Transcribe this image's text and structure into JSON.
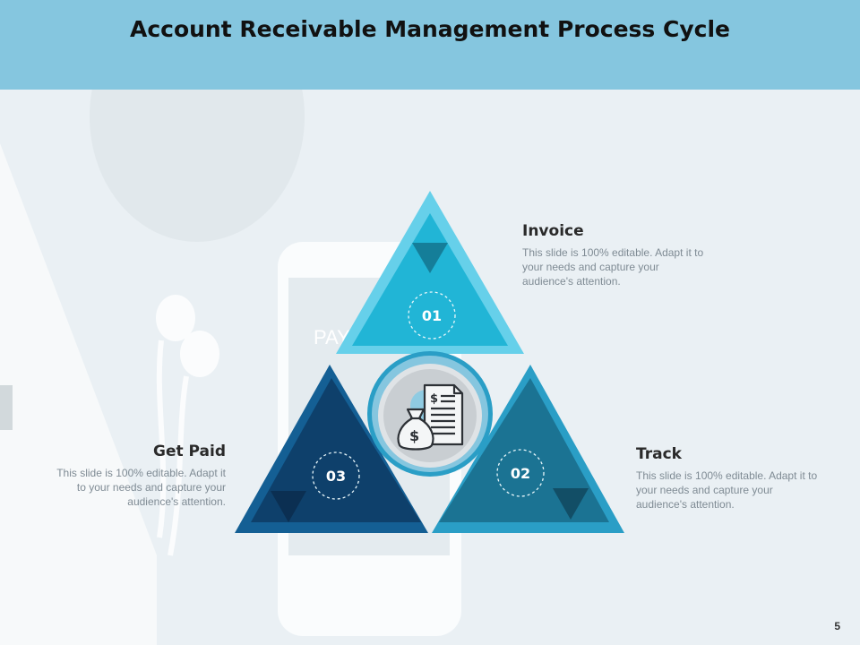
{
  "title": "Account Receivable Management Process Cycle",
  "background_phone_text": "PAY",
  "steps": [
    {
      "number": "01",
      "heading": "Invoice",
      "description": "This slide is 100% editable. Adapt it to your needs and capture your audience's attention.",
      "color": "#21b5d6"
    },
    {
      "number": "02",
      "heading": "Track",
      "description": "This slide is 100% editable. Adapt it to your needs and capture your audience's attention.",
      "color": "#1b7393"
    },
    {
      "number": "03",
      "heading": "Get Paid",
      "description": "This slide is 100% editable. Adapt it to your needs and capture your audience's attention.",
      "color": "#0e406b"
    }
  ],
  "center_icon": "money-bag-invoice-icon",
  "page_number": "5",
  "colors": {
    "header": "#85c6df",
    "outer_light": "#66d0ea",
    "outer_mid": "#2a9ec6",
    "outer_dark": "#145f94"
  }
}
